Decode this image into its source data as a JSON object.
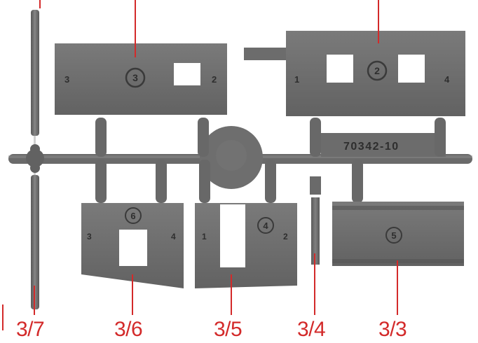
{
  "sprue": {
    "code": "70342-10",
    "plates": {
      "left_top": {
        "number": "3",
        "left_mark": "3",
        "right_mark": "2"
      },
      "right_top": {
        "number": "2",
        "left_mark": "1",
        "right_mark": "4"
      },
      "bottom_left": {
        "number": "6",
        "left_mark": "3",
        "right_mark": "4"
      },
      "bottom_middle": {
        "number": "4",
        "left_mark": "1",
        "right_mark": "2"
      },
      "bottom_right": {
        "number": "5"
      }
    }
  },
  "labels": [
    {
      "text": "3/7"
    },
    {
      "text": "3/6"
    },
    {
      "text": "3/5"
    },
    {
      "text": "3/4"
    },
    {
      "text": "3/3"
    }
  ],
  "colors": {
    "plastic": "#6f6f6f",
    "plastic_dark": "#565656",
    "callout": "#d32a2a",
    "background": "#ffffff"
  }
}
